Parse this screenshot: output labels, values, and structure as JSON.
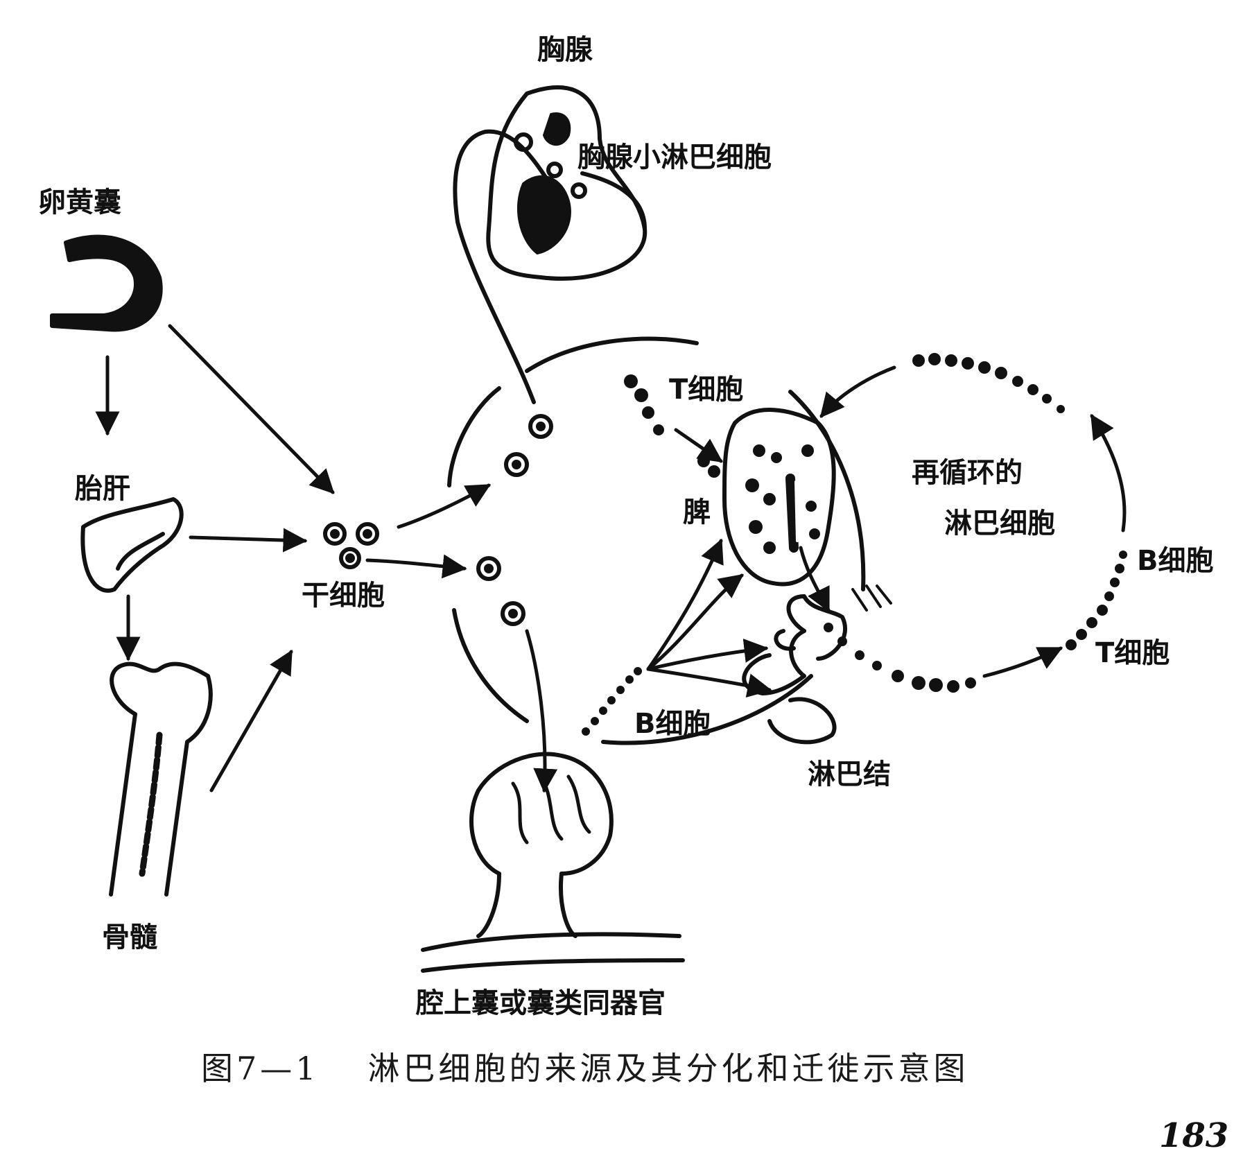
{
  "labels": {
    "yolk_sac": "卵黄囊",
    "fetal_liver": "胎肝",
    "bone_marrow": "骨髓",
    "stem_cell": "干细胞",
    "thymus": "胸腺",
    "thymic_lymphocyte": "胸腺小淋巴细胞",
    "t_cell_upper": "T细胞",
    "spleen": "脾",
    "recirculating_line1": "再循环的",
    "recirculating_line2": "淋巴细胞",
    "b_cell_right": "B细胞",
    "t_cell_right": "T细胞",
    "b_cell_lower": "B细胞",
    "lymph_node": "淋巴结",
    "gut_organ": "腔上囊或囊类同器官"
  },
  "caption": {
    "number": "图7—1",
    "text": "淋巴细胞的来源及其分化和迁徙示意图"
  },
  "page_number": "183"
}
